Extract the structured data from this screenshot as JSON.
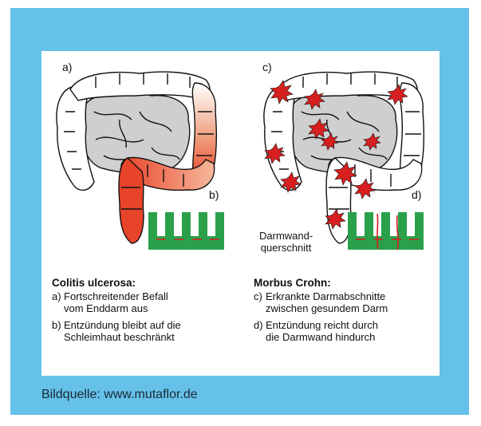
{
  "colors": {
    "frame": "#65c1e8",
    "panel": "#ffffff",
    "inflamed": "#e8442a",
    "wall": "#2aa04a",
    "lesion": "#d81f1f"
  },
  "panel_a": {
    "label": "a)"
  },
  "panel_b": {
    "label": "b)"
  },
  "panel_c": {
    "label": "c)"
  },
  "panel_d": {
    "label": "d)"
  },
  "cross_section_label": "Darmwand-\nquerschnitt",
  "colitis": {
    "title": "Colitis ulcerosa:",
    "items": [
      {
        "key": "a)",
        "text": "Fortschreitender Befall\nvom Enddarm aus"
      },
      {
        "key": "b)",
        "text": "Entzündung bleibt auf die\nSchleimhaut beschränkt"
      }
    ]
  },
  "crohn": {
    "title": "Morbus Crohn:",
    "items": [
      {
        "key": "c)",
        "text": "Erkrankte Darmabschnitte\nzwischen gesundem Darm"
      },
      {
        "key": "d)",
        "text": "Entzündung reicht durch\ndie Darmwand hindurch"
      }
    ]
  },
  "source_caption": "Bildquelle: www.mutaflor.de"
}
